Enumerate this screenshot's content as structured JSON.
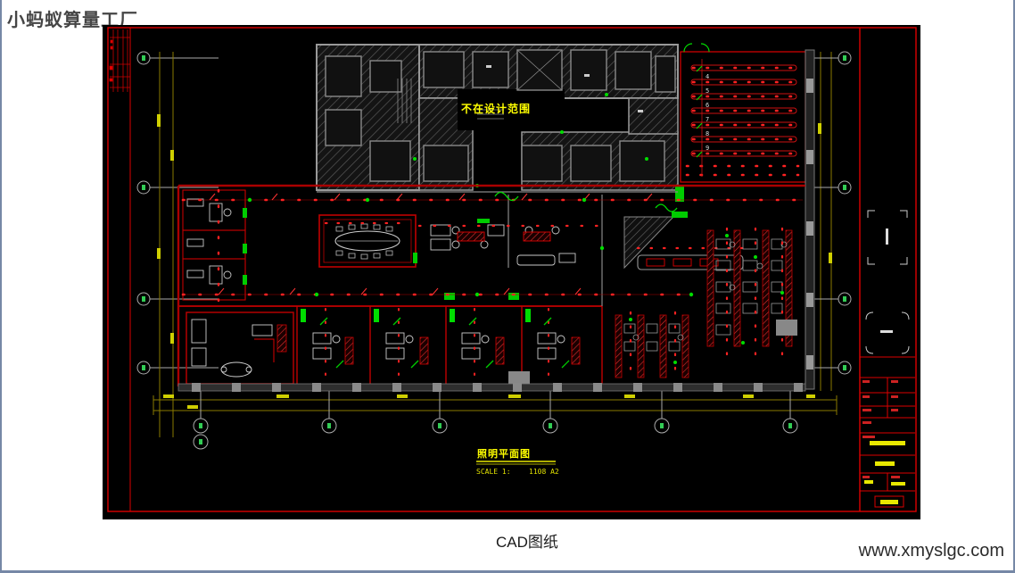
{
  "page": {
    "watermark": "小蚂蚁算量工厂",
    "caption": "CAD图纸",
    "website": "www.xmyslgc.com"
  },
  "drawing": {
    "out_of_scope_note": "不在设计范围",
    "plan_title": "照明平面图",
    "scale_label": "SCALE 1:",
    "sheet_label": "1108 A2",
    "row_numbers": [
      "4",
      "5",
      "6",
      "7",
      "8",
      "9"
    ]
  },
  "colors": {
    "slide_border": "#7688a6",
    "sheet_border_red": "#dd0000",
    "wiring_red": "#ff2222",
    "wall_dark_red": "#aa0000",
    "fixture_green": "#00dd00",
    "annotation_yellow": "#ffff00",
    "dimension_olive": "#8a7a00",
    "wall_gray": "#999999",
    "background": "#000000"
  }
}
